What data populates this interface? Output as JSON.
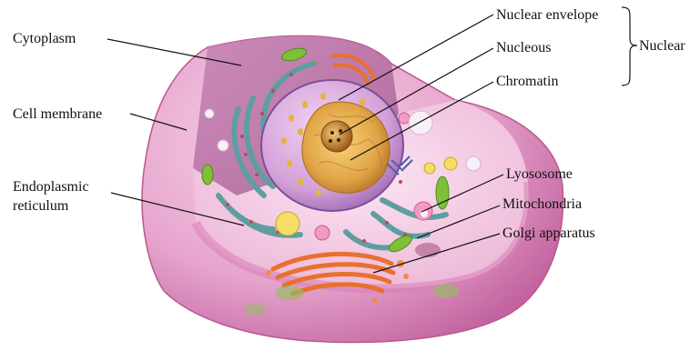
{
  "labels": {
    "cytoplasm": "Cytoplasm",
    "cell_membrane": "Cell membrane",
    "endoplasmic_1": "Endoplasmic",
    "endoplasmic_2": "reticulum",
    "nuclear_envelope": "Nuclear envelope",
    "nucleous": "Nucleous",
    "chromatin": "Chromatin",
    "nuclear": "Nuclear",
    "lysosome": "Lyososome",
    "mitochondria": "Mitochondria",
    "golgi": "Golgi apparatus"
  },
  "colors": {
    "membrane_outer": "#e9a9d0",
    "membrane_inner": "#d06aaa",
    "cytoplasm": "#f1c6df",
    "cut_face": "#c98bb8",
    "nucleus_envelope": "#b47cc8",
    "nucleus_inner": "#d9a8e0",
    "nucleolus": "#c77a20",
    "chromatin": "#e2a640",
    "er": "#6fa9a9",
    "golgi": "#ee7a3a",
    "mitochondria": "#7fbf3a",
    "lysosome": "#f39ac0"
  }
}
